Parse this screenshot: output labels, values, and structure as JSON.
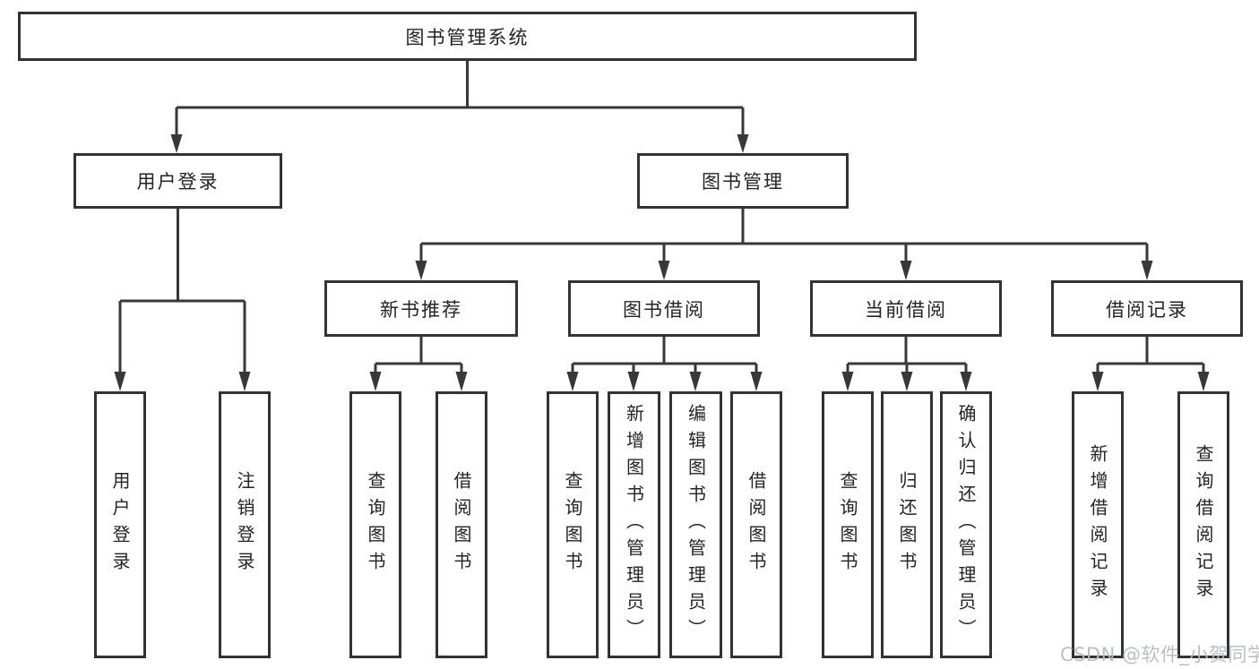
{
  "diagram": {
    "root": "图书管理系统",
    "level2": [
      "用户登录",
      "图书管理"
    ],
    "level3": [
      "新书推荐",
      "图书借阅",
      "当前借阅",
      "借阅记录"
    ],
    "leaves_user_login": [
      "用户登录",
      "注销登录"
    ],
    "leaves_new_book": [
      "查询图书",
      "借阅图书"
    ],
    "leaves_book_borrow": [
      "查询图书",
      "新增图书（管理员）",
      "编辑图书（管理员）",
      "借阅图书"
    ],
    "leaves_current_borrow": [
      "查询图书",
      "归还图书",
      "确认归还（管理员）"
    ],
    "leaves_borrow_record": [
      "新增借阅记录",
      "查询借阅记录"
    ]
  },
  "watermark": "CSDN @软件_小贺同学",
  "colors": {
    "line": "#383838",
    "border": "#333333",
    "text": "#242424",
    "watermark": "#b8bcc2",
    "background": "#ffffff"
  }
}
